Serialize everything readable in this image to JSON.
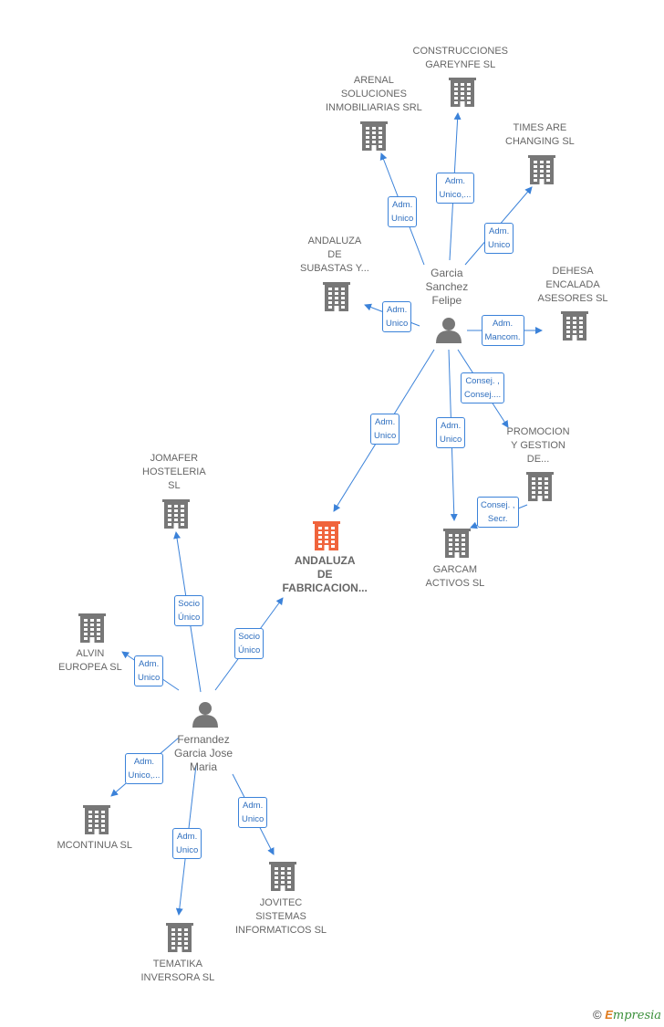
{
  "colors": {
    "edge": "#3b82d9",
    "node": "#777777",
    "main_node": "#f0643c",
    "text": "#666666"
  },
  "nodes": [
    {
      "id": "construcciones",
      "type": "company",
      "lines": [
        "CONSTRUCCIONES",
        "GAREYNFE SL"
      ]
    },
    {
      "id": "arenal",
      "type": "company",
      "lines": [
        "ARENAL",
        "SOLUCIONES",
        "INMOBILIARIAS SRL"
      ]
    },
    {
      "id": "times",
      "type": "company",
      "lines": [
        "TIMES ARE",
        "CHANGING  SL"
      ]
    },
    {
      "id": "andaluza-subastas",
      "type": "company",
      "lines": [
        "ANDALUZA",
        "DE",
        "SUBASTAS Y..."
      ]
    },
    {
      "id": "dehesa",
      "type": "company",
      "lines": [
        "DEHESA",
        "ENCALADA",
        "ASESORES SL"
      ]
    },
    {
      "id": "garcia",
      "type": "person",
      "lines": [
        "Garcia",
        "Sanchez",
        "Felipe"
      ]
    },
    {
      "id": "promocion",
      "type": "company",
      "lines": [
        "PROMOCION",
        "Y GESTION",
        "DE..."
      ]
    },
    {
      "id": "garcam",
      "type": "company",
      "lines": [
        "GARCAM",
        "ACTIVOS  SL"
      ]
    },
    {
      "id": "andaluza-fab",
      "type": "main",
      "lines": [
        "ANDALUZA",
        "DE",
        "FABRICACION..."
      ]
    },
    {
      "id": "jomafer",
      "type": "company",
      "lines": [
        "JOMAFER",
        "HOSTELERIA",
        "SL"
      ]
    },
    {
      "id": "alvin",
      "type": "company",
      "lines": [
        "ALVIN",
        "EUROPEA SL"
      ]
    },
    {
      "id": "fernandez",
      "type": "person",
      "lines": [
        "Fernandez",
        "Garcia Jose",
        "Maria"
      ]
    },
    {
      "id": "mcontinua",
      "type": "company",
      "lines": [
        "MCONTINUA SL"
      ]
    },
    {
      "id": "jovitec",
      "type": "company",
      "lines": [
        "JOVITEC",
        "SISTEMAS",
        "INFORMATICOS SL"
      ]
    },
    {
      "id": "tematika",
      "type": "company",
      "lines": [
        "TEMATIKA",
        "INVERSORA SL"
      ]
    }
  ],
  "edges": [
    {
      "from": "garcia",
      "to": "construcciones",
      "label": [
        "Adm.",
        "Unico,..."
      ]
    },
    {
      "from": "garcia",
      "to": "arenal",
      "label": [
        "Adm.",
        "Unico"
      ]
    },
    {
      "from": "garcia",
      "to": "times",
      "label": [
        "Adm.",
        "Unico"
      ]
    },
    {
      "from": "garcia",
      "to": "andaluza-subastas",
      "label": [
        "Adm.",
        "Unico"
      ]
    },
    {
      "from": "garcia",
      "to": "dehesa",
      "label": [
        "Adm.",
        "Mancom."
      ]
    },
    {
      "from": "garcia",
      "to": "promocion",
      "label": [
        "Consej. ,",
        "Consej...."
      ]
    },
    {
      "from": "garcia",
      "to": "garcam",
      "label": [
        "Adm.",
        "Unico"
      ]
    },
    {
      "from": "garcia",
      "to": "andaluza-fab",
      "label": [
        "Adm.",
        "Unico"
      ]
    },
    {
      "from": "promocion",
      "to": "garcam",
      "label": [
        "Consej. ,",
        "Secr."
      ]
    },
    {
      "from": "fernandez",
      "to": "jomafer",
      "label": [
        "Socio",
        "Único"
      ]
    },
    {
      "from": "fernandez",
      "to": "andaluza-fab",
      "label": [
        "Socio",
        "Único"
      ]
    },
    {
      "from": "fernandez",
      "to": "alvin",
      "label": [
        "Adm.",
        "Unico"
      ]
    },
    {
      "from": "fernandez",
      "to": "mcontinua",
      "label": [
        "Adm.",
        "Unico,..."
      ]
    },
    {
      "from": "fernandez",
      "to": "jovitec",
      "label": [
        "Adm.",
        "Unico"
      ]
    },
    {
      "from": "fernandez",
      "to": "tematika",
      "label": [
        "Adm.",
        "Unico"
      ]
    }
  ],
  "footer": {
    "copyright": "©",
    "brand_initial": "E",
    "brand_rest": "mpresia"
  }
}
